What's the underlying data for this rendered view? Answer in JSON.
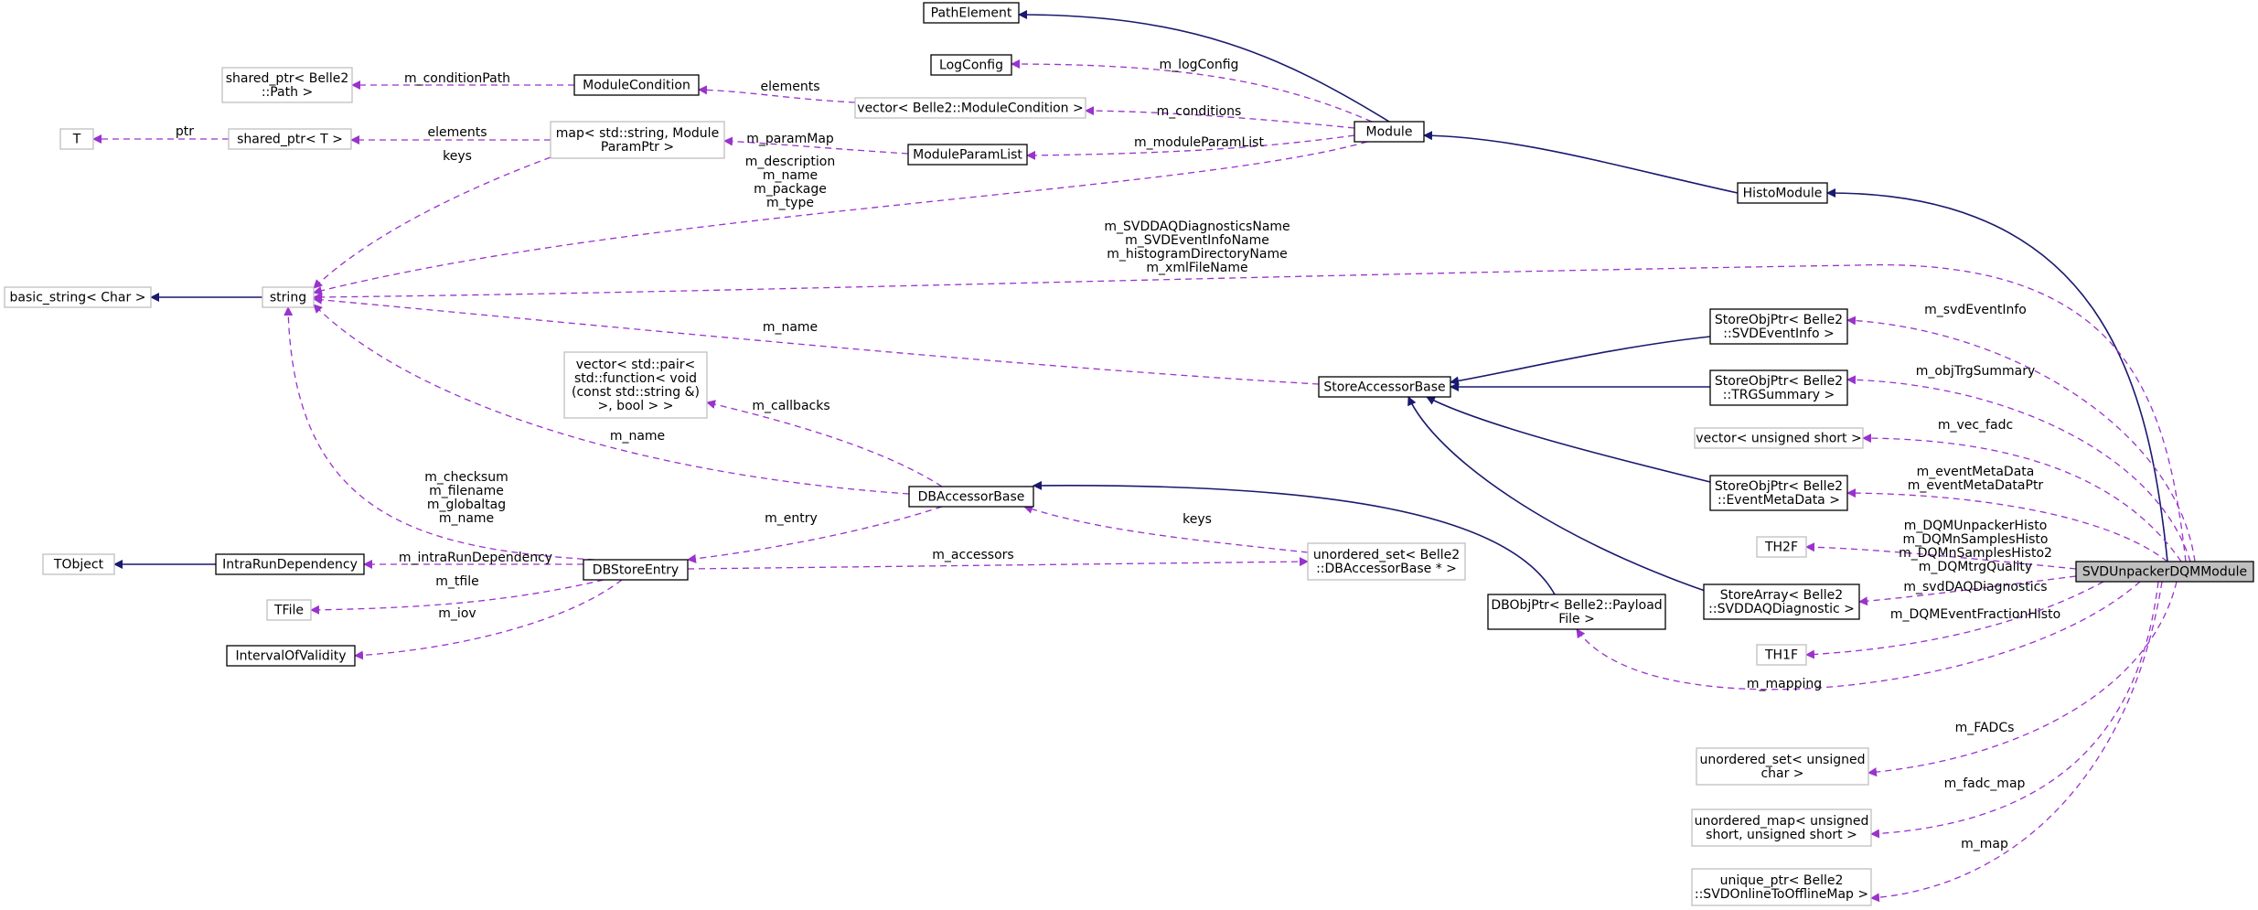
{
  "nodes": {
    "PathElement": [
      "PathElement"
    ],
    "LogConfig": [
      "LogConfig"
    ],
    "Module": [
      "Module"
    ],
    "HistoModule": [
      "HistoModule"
    ],
    "SVDUnpackerDQMModule": [
      "SVDUnpackerDQMModule"
    ],
    "ModuleCondition": [
      "ModuleCondition"
    ],
    "shared_ptr_Path": [
      "shared_ptr< Belle2",
      "::Path >"
    ],
    "vector_ModuleCondition": [
      "vector< Belle2::ModuleCondition >"
    ],
    "T": [
      "T"
    ],
    "shared_ptr_T": [
      "shared_ptr< T >"
    ],
    "map_ModuleParamPtr": [
      "map< std::string, Module",
      "ParamPtr >"
    ],
    "ModuleParamList": [
      "ModuleParamList"
    ],
    "basic_string": [
      "basic_string< Char >"
    ],
    "string": [
      "string"
    ],
    "StoreObjPtr_SVDEventInfo": [
      "StoreObjPtr< Belle2",
      "::SVDEventInfo >"
    ],
    "StoreAccessorBase": [
      "StoreAccessorBase"
    ],
    "StoreObjPtr_TRGSummary": [
      "StoreObjPtr< Belle2",
      "::TRGSummary >"
    ],
    "vector_pair_function": [
      "vector< std::pair<",
      "std::function< void",
      "(const std::string &)",
      ">, bool > >"
    ],
    "vector_unsigned_short": [
      "vector< unsigned short >"
    ],
    "StoreObjPtr_EventMetaData": [
      "StoreObjPtr< Belle2",
      "::EventMetaData >"
    ],
    "DBAccessorBase": [
      "DBAccessorBase"
    ],
    "TObject": [
      "TObject"
    ],
    "IntraRunDependency": [
      "IntraRunDependency"
    ],
    "DBStoreEntry": [
      "DBStoreEntry"
    ],
    "unordered_set_DBAccessorBase": [
      "unordered_set< Belle2",
      "::DBAccessorBase * >"
    ],
    "TH2F": [
      "TH2F"
    ],
    "StoreArray_SVDDAQDiagnostic": [
      "StoreArray< Belle2",
      "::SVDDAQDiagnostic >"
    ],
    "TFile": [
      "TFile"
    ],
    "DBObjPtr_PayloadFile": [
      "DBObjPtr< Belle2::Payload",
      "File >"
    ],
    "TH1F": [
      "TH1F"
    ],
    "IntervalOfValidity": [
      "IntervalOfValidity"
    ],
    "unordered_set_unsigned_char": [
      "unordered_set< unsigned",
      "char >"
    ],
    "unordered_map_unsigned_short": [
      "unordered_map< unsigned",
      "short, unsigned short >"
    ],
    "unique_ptr_SVDOnlineToOfflineMap": [
      "unique_ptr< Belle2",
      "::SVDOnlineToOfflineMap >"
    ]
  },
  "edges": {
    "inherit": [
      {
        "from": "Module",
        "to": "PathElement"
      },
      {
        "from": "HistoModule",
        "to": "Module"
      },
      {
        "from": "SVDUnpackerDQMModule",
        "to": "HistoModule"
      },
      {
        "from": "string",
        "to": "basic_string"
      },
      {
        "from": "StoreObjPtr_SVDEventInfo",
        "to": "StoreAccessorBase"
      },
      {
        "from": "StoreObjPtr_TRGSummary",
        "to": "StoreAccessorBase"
      },
      {
        "from": "StoreObjPtr_EventMetaData",
        "to": "StoreAccessorBase"
      },
      {
        "from": "StoreArray_SVDDAQDiagnostic",
        "to": "StoreAccessorBase"
      },
      {
        "from": "DBObjPtr_PayloadFile",
        "to": "DBAccessorBase"
      },
      {
        "from": "IntraRunDependency",
        "to": "TObject"
      }
    ],
    "usage": [
      {
        "from": "Module",
        "to": "LogConfig",
        "label": [
          "m_logConfig"
        ]
      },
      {
        "from": "Module",
        "to": "vector_ModuleCondition",
        "label": [
          "m_conditions"
        ]
      },
      {
        "from": "Module",
        "to": "ModuleParamList",
        "label": [
          "m_moduleParamList"
        ]
      },
      {
        "from": "Module",
        "to": "string",
        "label": [
          "m_description",
          "m_name",
          "m_package",
          "m_type"
        ]
      },
      {
        "from": "vector_ModuleCondition",
        "to": "ModuleCondition",
        "label": [
          "elements"
        ]
      },
      {
        "from": "ModuleCondition",
        "to": "shared_ptr_Path",
        "label": [
          "m_conditionPath"
        ]
      },
      {
        "from": "shared_ptr_T",
        "to": "T",
        "label": [
          "ptr"
        ]
      },
      {
        "from": "map_ModuleParamPtr",
        "to": "shared_ptr_T",
        "label": [
          "elements"
        ]
      },
      {
        "from": "map_ModuleParamPtr",
        "to": "string",
        "label": [
          "keys"
        ]
      },
      {
        "from": "ModuleParamList",
        "to": "map_ModuleParamPtr",
        "label": [
          "m_paramMap"
        ]
      },
      {
        "from": "SVDUnpackerDQMModule",
        "to": "string",
        "label": [
          "m_SVDDAQDiagnosticsName",
          "m_SVDEventInfoName",
          "m_histogramDirectoryName",
          "m_xmlFileName"
        ]
      },
      {
        "from": "StoreAccessorBase",
        "to": "string",
        "label": [
          "m_name"
        ]
      },
      {
        "from": "DBAccessorBase",
        "to": "string",
        "label": [
          "m_name"
        ]
      },
      {
        "from": "DBAccessorBase",
        "to": "vector_pair_function",
        "label": [
          "m_callbacks"
        ]
      },
      {
        "from": "DBAccessorBase",
        "to": "DBStoreEntry",
        "label": [
          "m_entry"
        ]
      },
      {
        "from": "DBStoreEntry",
        "to": "string",
        "label": [
          "m_checksum",
          "m_filename",
          "m_globaltag",
          "m_name"
        ]
      },
      {
        "from": "DBStoreEntry",
        "to": "IntraRunDependency",
        "label": [
          "m_intraRunDependency"
        ]
      },
      {
        "from": "DBStoreEntry",
        "to": "TFile",
        "label": [
          "m_tfile"
        ]
      },
      {
        "from": "DBStoreEntry",
        "to": "IntervalOfValidity",
        "label": [
          "m_iov"
        ]
      },
      {
        "from": "DBStoreEntry",
        "to": "unordered_set_DBAccessorBase",
        "label": [
          "m_accessors"
        ]
      },
      {
        "from": "unordered_set_DBAccessorBase",
        "to": "DBAccessorBase",
        "label": [
          "keys"
        ]
      },
      {
        "from": "SVDUnpackerDQMModule",
        "to": "StoreObjPtr_SVDEventInfo",
        "label": [
          "m_svdEventInfo"
        ]
      },
      {
        "from": "SVDUnpackerDQMModule",
        "to": "StoreObjPtr_TRGSummary",
        "label": [
          "m_objTrgSummary"
        ]
      },
      {
        "from": "SVDUnpackerDQMModule",
        "to": "vector_unsigned_short",
        "label": [
          "m_vec_fadc"
        ]
      },
      {
        "from": "SVDUnpackerDQMModule",
        "to": "StoreObjPtr_EventMetaData",
        "label": [
          "m_eventMetaData",
          "m_eventMetaDataPtr"
        ]
      },
      {
        "from": "SVDUnpackerDQMModule",
        "to": "TH2F",
        "label": [
          "m_DQMUnpackerHisto",
          "m_DQMnSamplesHisto",
          "m_DQMnSamplesHisto2",
          "m_DQMtrgQuality"
        ]
      },
      {
        "from": "SVDUnpackerDQMModule",
        "to": "StoreArray_SVDDAQDiagnostic",
        "label": [
          "m_svdDAQDiagnostics"
        ]
      },
      {
        "from": "SVDUnpackerDQMModule",
        "to": "TH1F",
        "label": [
          "m_DQMEventFractionHisto"
        ]
      },
      {
        "from": "SVDUnpackerDQMModule",
        "to": "DBObjPtr_PayloadFile",
        "label": [
          "m_mapping"
        ]
      },
      {
        "from": "SVDUnpackerDQMModule",
        "to": "unordered_set_unsigned_char",
        "label": [
          "m_FADCs"
        ]
      },
      {
        "from": "SVDUnpackerDQMModule",
        "to": "unordered_map_unsigned_short",
        "label": [
          "m_fadc_map"
        ]
      },
      {
        "from": "SVDUnpackerDQMModule",
        "to": "unique_ptr_SVDOnlineToOfflineMap",
        "label": [
          "m_map"
        ]
      }
    ]
  },
  "colors": {
    "inheritance_edge": "#191970",
    "usage_edge": "#9a32cd",
    "focus_fill": "#bfbfbf",
    "ghost_border": "#bfbfbf",
    "solid_border": "#000000"
  }
}
